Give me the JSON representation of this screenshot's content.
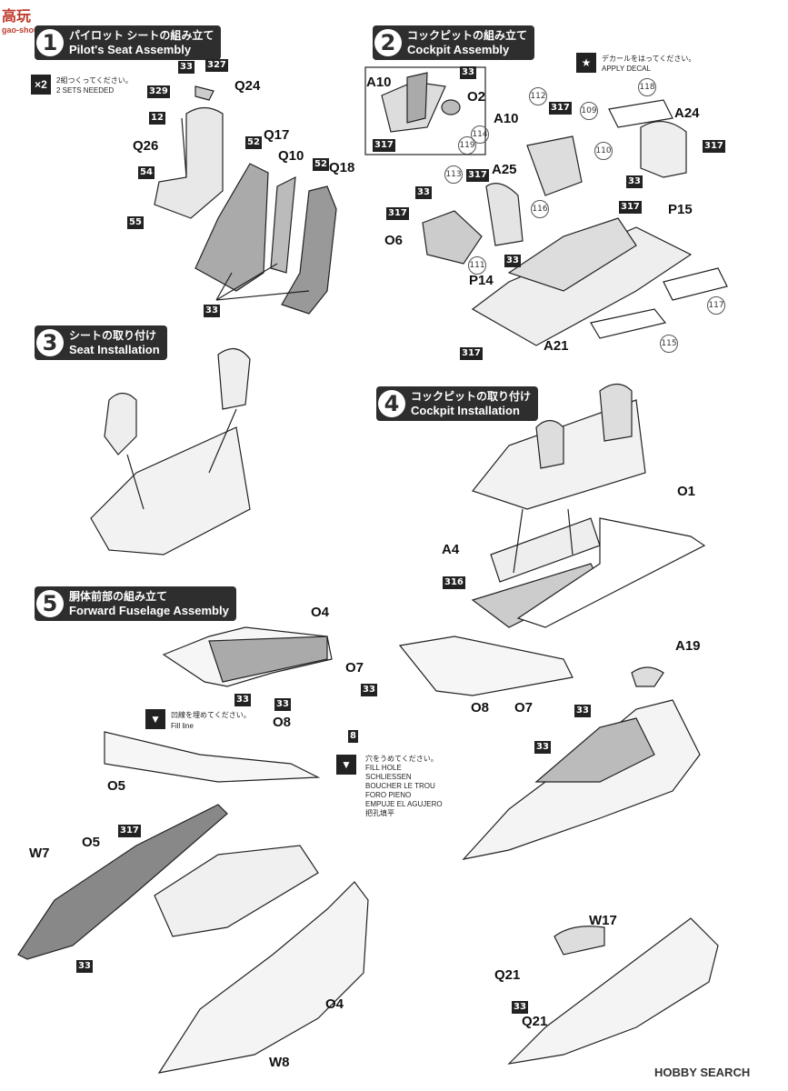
{
  "watermark": {
    "top": "高玩",
    "url": "gao-shou.com"
  },
  "steps": [
    {
      "num": "1",
      "jp": "パイロット シートの組み立て",
      "en": "Pilot's Seat Assembly"
    },
    {
      "num": "2",
      "jp": "コックピットの組み立て",
      "en": "Cockpit Assembly"
    },
    {
      "num": "3",
      "jp": "シートの取り付け",
      "en": "Seat Installation"
    },
    {
      "num": "4",
      "jp": "コックピットの取り付け",
      "en": "Cockpit Installation"
    },
    {
      "num": "5",
      "jp": "胴体前部の組み立て",
      "en": "Forward Fuselage Assembly"
    }
  ],
  "x2": {
    "label": "×2",
    "jp": "2組つくってください。",
    "en": "2 SETS NEEDED"
  },
  "apply_decal": {
    "jp": "デカールをはってください。",
    "en": "APPLY DECAL"
  },
  "fill_line": {
    "jp": "凹線を埋めてください。",
    "en": "Fill line"
  },
  "fill_hole": [
    "穴をうめてください。",
    "FILL HOLE",
    "SCHLIESSEN",
    "BOUCHER LE TROU",
    "FORO PIENO",
    "EMPUJE EL AGUJERO",
    "把孔填平"
  ],
  "parts": {
    "q24": "Q24",
    "q26": "Q26",
    "q17": "Q17",
    "q10": "Q10",
    "q18": "Q18",
    "a10a": "A10",
    "o2": "O2",
    "a10b": "A10",
    "a24": "A24",
    "a25": "A25",
    "p15": "P15",
    "o6": "O6",
    "p14": "P14",
    "a21": "A21",
    "o1": "O1",
    "a4": "A4",
    "o4a": "O4",
    "o7a": "O7",
    "o8a": "O8",
    "o8b": "O8",
    "o7b": "O7",
    "a19": "A19",
    "o5a": "O5",
    "w7": "W7",
    "o5b": "O5",
    "o4b": "O4",
    "w8": "W8",
    "w17": "W17",
    "q21a": "Q21",
    "q21b": "Q21"
  },
  "paints": {
    "p33a": "33",
    "p327": "327",
    "p329": "329",
    "p12": "12",
    "p52a": "52",
    "p52b": "52",
    "p54": "54",
    "p55": "55",
    "p33b": "33",
    "p33c": "33",
    "p317a": "317",
    "p317b": "317",
    "p317c": "317",
    "p317d": "317",
    "p33d": "33",
    "p317e": "317",
    "p33e": "33",
    "p317f": "317",
    "p317g": "317",
    "p33f": "33",
    "p33g": "33",
    "p317h": "317",
    "p316": "316",
    "p33h": "33",
    "p33i": "33",
    "p33j": "33",
    "p8": "8",
    "p33k": "33",
    "p33l": "33",
    "p317i": "317",
    "p33m": "33",
    "p33n": "33"
  },
  "decals": {
    "d112": "112",
    "d109": "109",
    "d118": "118",
    "d110": "110",
    "d114": "114",
    "d119": "119",
    "d113": "113",
    "d116": "116",
    "d111": "111",
    "d117": "117",
    "d115": "115"
  },
  "footer": {
    "brand": "HOBBY SEARCH"
  }
}
